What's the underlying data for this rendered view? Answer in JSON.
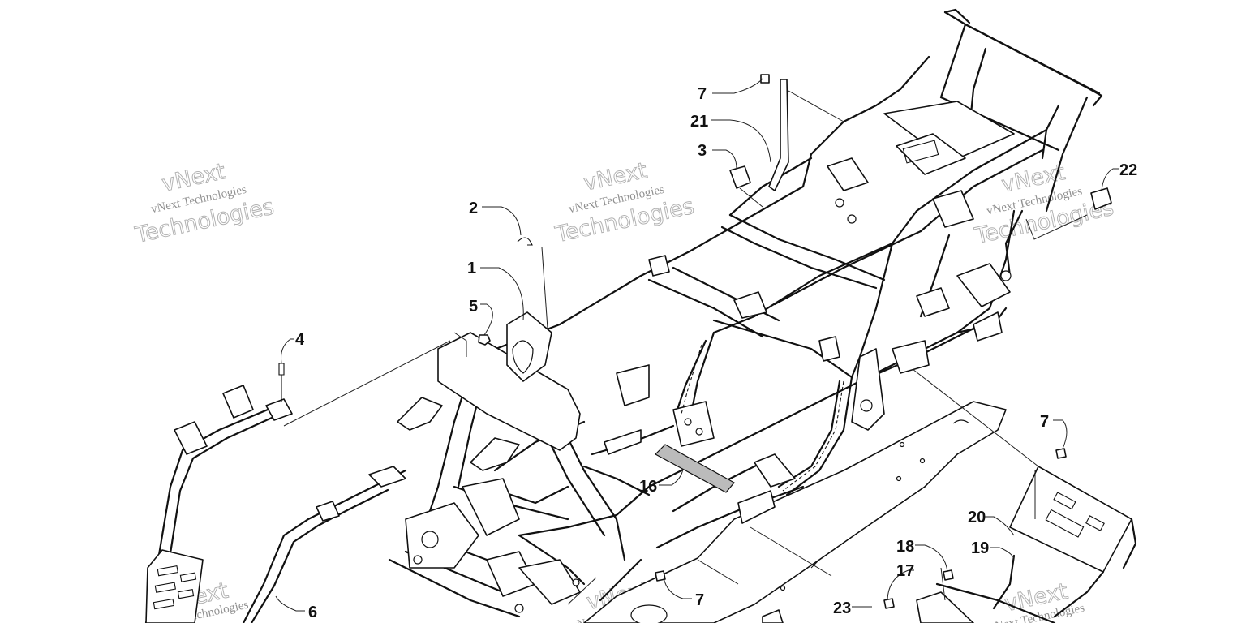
{
  "part_labels": [
    {
      "id": "p1",
      "text": "1"
    },
    {
      "id": "p2",
      "text": "2"
    },
    {
      "id": "p3",
      "text": "3"
    },
    {
      "id": "p4",
      "text": "4"
    },
    {
      "id": "p5",
      "text": "5"
    },
    {
      "id": "p6",
      "text": "6"
    },
    {
      "id": "p7a",
      "text": "7"
    },
    {
      "id": "p7b",
      "text": "7"
    },
    {
      "id": "p7c",
      "text": "7"
    },
    {
      "id": "p16",
      "text": "16"
    },
    {
      "id": "p17",
      "text": "17"
    },
    {
      "id": "p18",
      "text": "18"
    },
    {
      "id": "p19",
      "text": "19"
    },
    {
      "id": "p20",
      "text": "20"
    },
    {
      "id": "p21",
      "text": "21"
    },
    {
      "id": "p22",
      "text": "22"
    },
    {
      "id": "p23",
      "text": "23"
    }
  ],
  "watermark": {
    "brand_top": "vNext",
    "company_line": "vNext Technologies",
    "big_word": "Technologies"
  }
}
